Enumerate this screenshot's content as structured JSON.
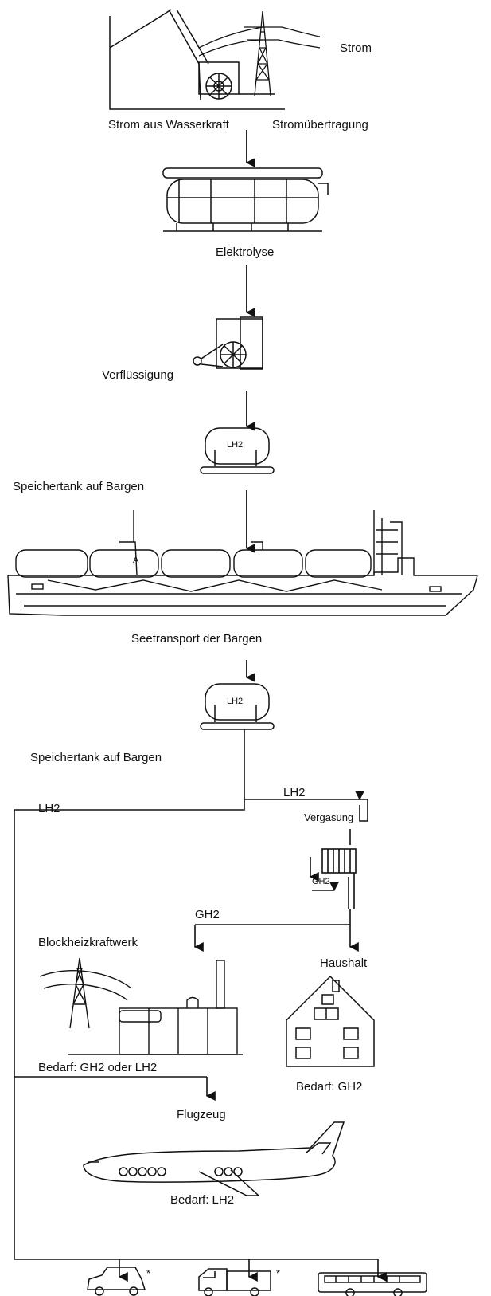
{
  "labels": {
    "strom": "Strom",
    "wasserkraft": "Strom aus Wasserkraft",
    "uebertragung": "Stromübertragung",
    "elektrolyse": "Elektrolyse",
    "verfluessigung": "Verflüssigung",
    "speicher1": "Speichertank auf Bargen",
    "seetransport": "Seetransport der Bargen",
    "speicher2": "Speichertank auf Bargen",
    "lh2_left": "LH2",
    "lh2_right": "LH2",
    "vergasung": "Vergasung",
    "gh2_small": "GH2",
    "gh2": "GH2",
    "blockheiz": "Blockheizkraftwerk",
    "haushalt": "Haushalt",
    "bedarf_block": "Bedarf: GH2 oder LH2",
    "bedarf_haus": "Bedarf: GH2",
    "flugzeug": "Flugzeug",
    "bedarf_flug": "Bedarf: LH2",
    "tank_lh2_1": "LH2",
    "tank_lh2_2": "LH2",
    "ship_mark": "A",
    "asterisk_car": "*",
    "asterisk_truck": "*"
  }
}
